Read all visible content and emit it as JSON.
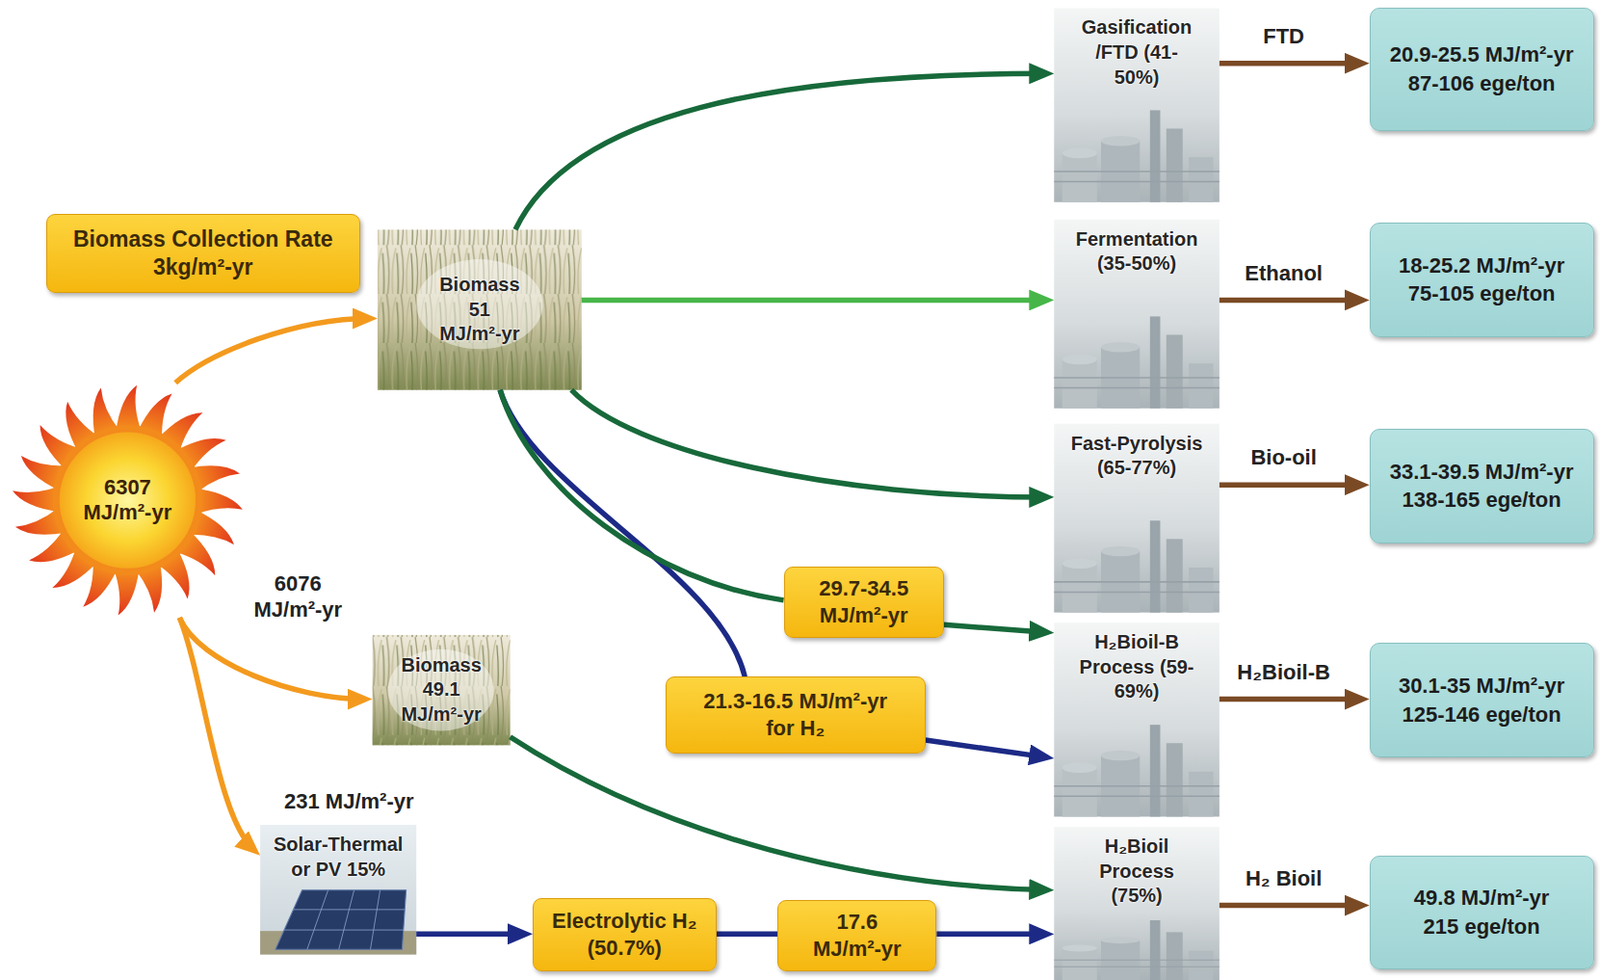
{
  "diagram": {
    "nodes": [
      {
        "text": [
          "6307 MJ/m²-yr"
        ]
      },
      {
        "text": [
          "Biomass Collection Rate 3kg/m²-yr"
        ]
      },
      {
        "text": [
          "Biomass 51 MJ/m²-yr"
        ]
      },
      {
        "text": [
          "Biomass 49.1 MJ/m²-yr"
        ]
      },
      {
        "text": [
          "Solar-Thermal or PV 15%"
        ]
      },
      {
        "text": [
          "Gasification /FTD (41-50%)"
        ]
      },
      {
        "text": [
          "Fermentation (35-50%)"
        ]
      },
      {
        "text": [
          "Fast-Pyrolysis (65-77%)"
        ]
      },
      {
        "text": [
          "H₂Bioil-B Process (59-69%)"
        ]
      },
      {
        "text": [
          "H₂Bioil Process (75%)"
        ]
      },
      {
        "text": [
          "29.7-34.5 MJ/m²-yr"
        ]
      },
      {
        "text": [
          "21.3-16.5 MJ/m²-yr for H₂"
        ]
      },
      {
        "text": [
          "Electrolytic H₂ (50.7%)"
        ]
      },
      {
        "text": [
          "17.6 MJ/m²-yr"
        ]
      },
      {
        "text": [
          "20.9-25.5 MJ/m²-yr 87-106 ege/ton"
        ]
      },
      {
        "text": [
          "18-25.2 MJ/m²-yr 75-105 ege/ton"
        ]
      },
      {
        "text": [
          "33.1-39.5 MJ/m²-yr 138-165 ege/ton"
        ]
      },
      {
        "text": [
          "30.1-35 MJ/m²-yr 125-146 ege/ton"
        ]
      },
      {
        "text": [
          "49.8 MJ/m²-yr 215 ege/ton"
        ]
      }
    ],
    "edges": [
      {
        "from": 0,
        "to": 2,
        "arrow": "to"
      },
      {
        "from": 0,
        "to": 3,
        "label": "6076 MJ/m²-yr",
        "arrow": "to"
      },
      {
        "from": 0,
        "to": 4,
        "label": "231 MJ/m²-yr",
        "arrow": "to"
      },
      {
        "from": 2,
        "to": 5,
        "arrow": "to"
      },
      {
        "from": 2,
        "to": 6,
        "arrow": "to"
      },
      {
        "from": 2,
        "to": 7,
        "arrow": "to"
      },
      {
        "from": 2,
        "to": 10,
        "arrow": "none"
      },
      {
        "from": 10,
        "to": 8,
        "arrow": "to"
      },
      {
        "from": 2,
        "to": 11,
        "arrow": "none"
      },
      {
        "from": 11,
        "to": 8,
        "arrow": "to"
      },
      {
        "from": 3,
        "to": 9,
        "arrow": "to"
      },
      {
        "from": 4,
        "to": 12,
        "arrow": "to"
      },
      {
        "from": 12,
        "to": 13,
        "arrow": "none"
      },
      {
        "from": 13,
        "to": 9,
        "arrow": "to"
      },
      {
        "from": 5,
        "to": 14,
        "label": "FTD",
        "arrow": "to"
      },
      {
        "from": 6,
        "to": 15,
        "label": "Ethanol",
        "arrow": "to"
      },
      {
        "from": 7,
        "to": 16,
        "label": "Bio-oil",
        "arrow": "to"
      },
      {
        "from": 8,
        "to": 17,
        "label": "H₂Bioil-B",
        "arrow": "to"
      },
      {
        "from": 9,
        "to": 18,
        "label": "H₂ Bioil",
        "arrow": "to"
      }
    ]
  }
}
